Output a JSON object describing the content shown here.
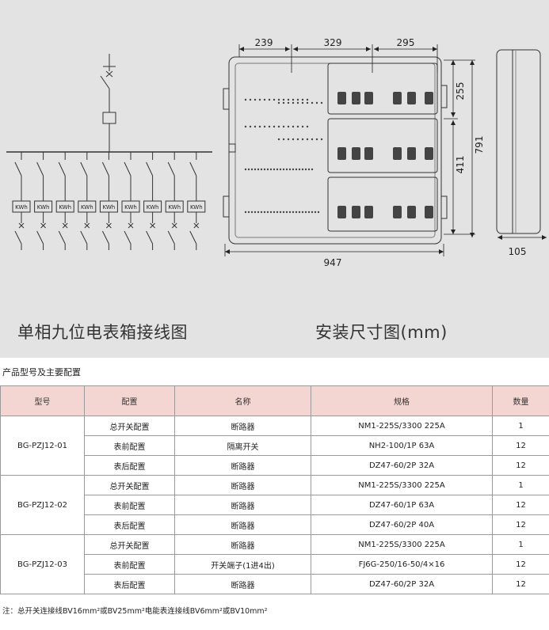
{
  "figure": {
    "caption_left": "单相九位电表箱接线图",
    "caption_right": "安装尺寸图(mm)",
    "meter_label": "KWh",
    "dimensions": {
      "top_a": "239",
      "top_b": "329",
      "top_c": "295",
      "right_a": "255",
      "right_b": "411",
      "right_total": "791",
      "bottom_width": "947",
      "side_depth": "105"
    }
  },
  "section_title": "产品型号及主要配置",
  "table": {
    "headers": {
      "model": "型号",
      "config": "配置",
      "name": "名称",
      "spec": "规格",
      "qty": "数量"
    },
    "groups": [
      {
        "model": "BG-PZJ12-01",
        "rows": [
          {
            "config": "总开关配置",
            "name": "断路器",
            "spec": "NM1-225S/3300  225A",
            "qty": "1"
          },
          {
            "config": "表前配置",
            "name": "隔离开关",
            "spec": "NH2-100/1P  63A",
            "qty": "12"
          },
          {
            "config": "表后配置",
            "name": "断路器",
            "spec": "DZ47-60/2P  32A",
            "qty": "12"
          }
        ]
      },
      {
        "model": "BG-PZJ12-02",
        "rows": [
          {
            "config": "总开关配置",
            "name": "断路器",
            "spec": "NM1-225S/3300  225A",
            "qty": "1"
          },
          {
            "config": "表前配置",
            "name": "断路器",
            "spec": "DZ47-60/1P  63A",
            "qty": "12"
          },
          {
            "config": "表后配置",
            "name": "断路器",
            "spec": "DZ47-60/2P  40A",
            "qty": "12"
          }
        ]
      },
      {
        "model": "BG-PZJ12-03",
        "rows": [
          {
            "config": "总开关配置",
            "name": "断路器",
            "spec": "NM1-225S/3300  225A",
            "qty": "1"
          },
          {
            "config": "表前配置",
            "name": "开关端子(1进4出)",
            "spec": "FJ6G-250/16-50/4×16",
            "qty": "12"
          },
          {
            "config": "表后配置",
            "name": "断路器",
            "spec": "DZ47-60/2P  32A",
            "qty": "12"
          }
        ]
      }
    ]
  },
  "note": "注：总开关连接线BV16mm²或BV25mm²电能表连接线BV6mm²或BV10mm²"
}
